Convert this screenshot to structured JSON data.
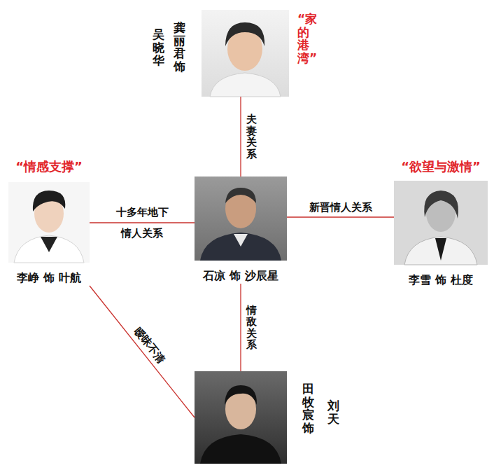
{
  "diagram": {
    "nodes": [
      {
        "text": [
          "龚丽君 饰",
          "吴晓华",
          "“家的港湾”"
        ]
      },
      {
        "text": [
          "“情感支撑”",
          "李峥 饰 叶航"
        ]
      },
      {
        "text": [
          "石凉 饰 沙辰星"
        ]
      },
      {
        "text": [
          "“欲望与激情”",
          "李雪 饰 杜度"
        ]
      },
      {
        "text": [
          "田牧宸 饰",
          "刘天"
        ]
      }
    ],
    "edges": [
      {
        "from": 0,
        "to": 2,
        "label": "夫妻关系",
        "arrow": "none"
      },
      {
        "from": 1,
        "to": 2,
        "label": "十多年地下 情人关系",
        "arrow": "none"
      },
      {
        "from": 2,
        "to": 3,
        "label": "新晋情人关系",
        "arrow": "none"
      },
      {
        "from": 2,
        "to": 4,
        "label": "情敌关系",
        "arrow": "none"
      },
      {
        "from": 1,
        "to": 4,
        "label": "暧昧不清",
        "arrow": "none"
      }
    ]
  }
}
